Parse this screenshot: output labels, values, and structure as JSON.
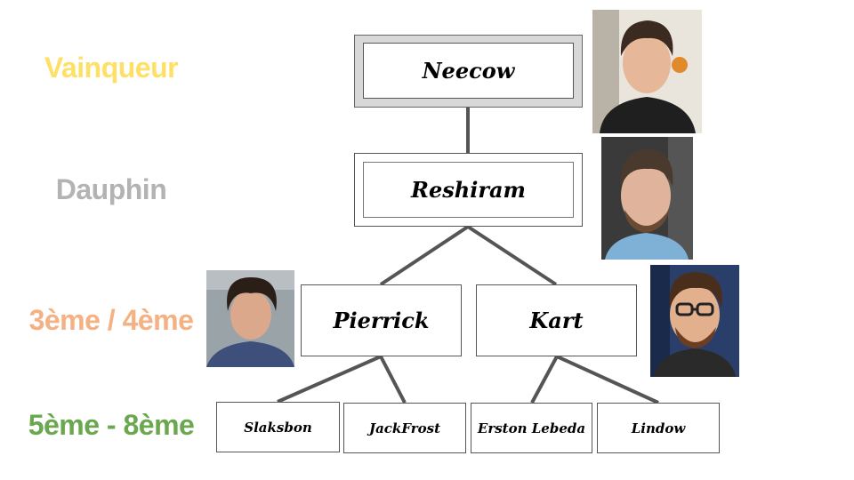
{
  "ranks": {
    "winner": "Vainqueur",
    "finalist": "Dauphin",
    "semi": "3ème / 4ème",
    "quarter": "5ème - 8ème"
  },
  "rank_colors": {
    "winner": "#ffe066",
    "finalist": "#b3b3b3",
    "semi": "#f4b183",
    "quarter": "#6aa84f"
  },
  "bracket": {
    "winner": "Neecow",
    "finalist": "Reshiram",
    "semi": [
      "Pierrick",
      "Kart"
    ],
    "quarter": [
      "Slaksbon",
      "JackFrost",
      "Erston Lebeda",
      "Lindow"
    ]
  }
}
